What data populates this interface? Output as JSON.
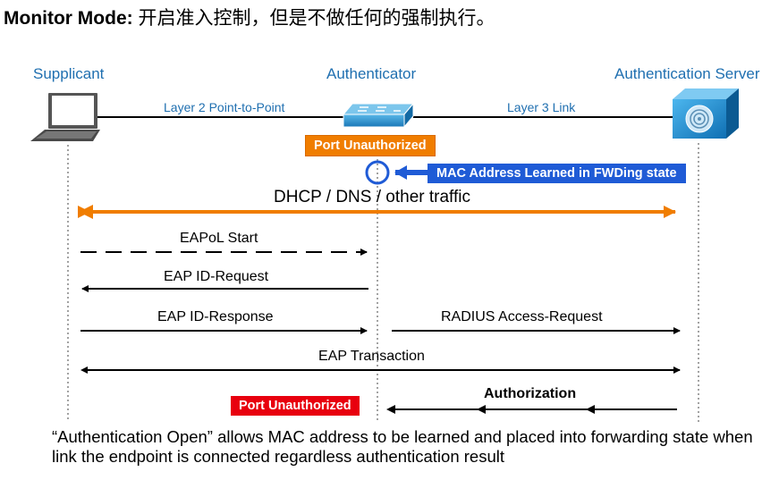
{
  "title": {
    "mode": "Monitor Mode:",
    "desc": " 开启准入控制，但是不做任何的强制执行。"
  },
  "entities": {
    "supplicant": "Supplicant",
    "authenticator": "Authenticator",
    "server": "Authentication Server"
  },
  "links": {
    "l2": "Layer 2 Point-to-Point",
    "l3": "Layer 3 Link"
  },
  "badges": {
    "port_unauth_top": "Port Unauthorized",
    "mac_learned": "MAC Address Learned in FWDing state",
    "port_unauth_bottom": "Port Unauthorized"
  },
  "messages": {
    "dhcp": "DHCP / DNS / other traffic",
    "eapol_start": "EAPoL Start",
    "eap_id_request": "EAP ID-Request",
    "eap_id_response": "EAP ID-Response",
    "radius_request": "RADIUS Access-Request",
    "eap_transaction": "EAP Transaction",
    "authorization": "Authorization"
  },
  "footer": "“Authentication Open” allows MAC address to be learned and placed into forwarding state when link the endpoint is connected regardless authentication result",
  "colors": {
    "entity_blue": "#1f6fb0",
    "orange": "#f07d00",
    "red": "#e8000e",
    "badge_blue": "#1f5bd6"
  },
  "icons": {
    "supplicant": "laptop-icon",
    "authenticator": "switch-icon",
    "server": "fingerprint-server-icon"
  }
}
